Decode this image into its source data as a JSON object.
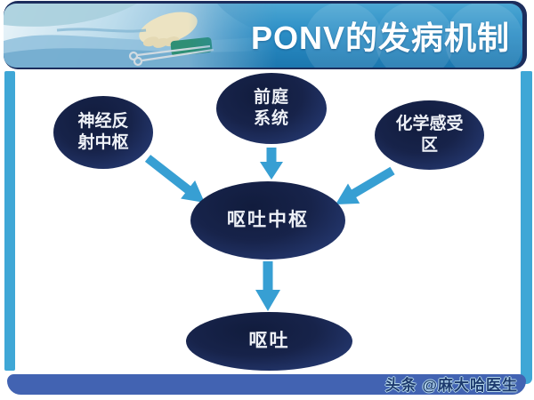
{
  "slide": {
    "title": "PONV的发病机制",
    "watermark": "头条 @麻大哈医生"
  },
  "diagram": {
    "nodes": [
      {
        "id": "neural-reflex-center",
        "line1": "神经反",
        "line2": "射中枢"
      },
      {
        "id": "vestibular-system",
        "line1": "前庭",
        "line2": "系统"
      },
      {
        "id": "chemoreceptor-trigger-zone",
        "line1": "化学感受",
        "line2": "区"
      },
      {
        "id": "vomiting-center",
        "label": "呕吐中枢"
      },
      {
        "id": "vomiting",
        "label": "呕吐"
      }
    ],
    "connections": [
      {
        "from": "神经反射中枢",
        "to": "呕吐中枢"
      },
      {
        "from": "前庭系统",
        "to": "呕吐中枢"
      },
      {
        "from": "化学感受区",
        "to": "呕吐中枢"
      },
      {
        "from": "呕吐中枢",
        "to": "呕吐"
      }
    ]
  },
  "colors": {
    "header_blue_top": "#4da7d3",
    "header_blue_bottom": "#1c77af",
    "header_border_navy": "#1c2d5c",
    "node_fill_dark": "#17234a",
    "node_fill_edge": "#3a559e",
    "arrow_blue": "#379fd3",
    "accent_cyan": "#3fa7d6",
    "bottom_bar_blue": "#4263b2",
    "watermark_navy": "#1d3a6e"
  }
}
